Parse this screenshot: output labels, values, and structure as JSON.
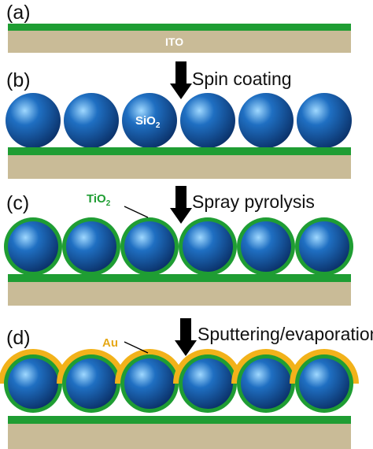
{
  "panels": [
    {
      "label": "(a)",
      "substrate_label": "ITO"
    },
    {
      "label": "(b)",
      "step": "Spin coating",
      "sphere_label": "SiO",
      "sphere_label_sub": "2"
    },
    {
      "label": "(c)",
      "step": "Spray pyrolysis",
      "coating_label": "TiO",
      "coating_label_sub": "2"
    },
    {
      "label": "(d)",
      "step": "Sputtering/evaporation",
      "coating_label": "Au"
    }
  ],
  "colors": {
    "sphere": "#1f6fc2",
    "green_layer": "#1f9d33",
    "substrate": "#c9bb97",
    "gold": "#f2b21a",
    "tio2_text": "#1f9d33",
    "au_text": "#e6a817"
  },
  "sphere_count": 6
}
